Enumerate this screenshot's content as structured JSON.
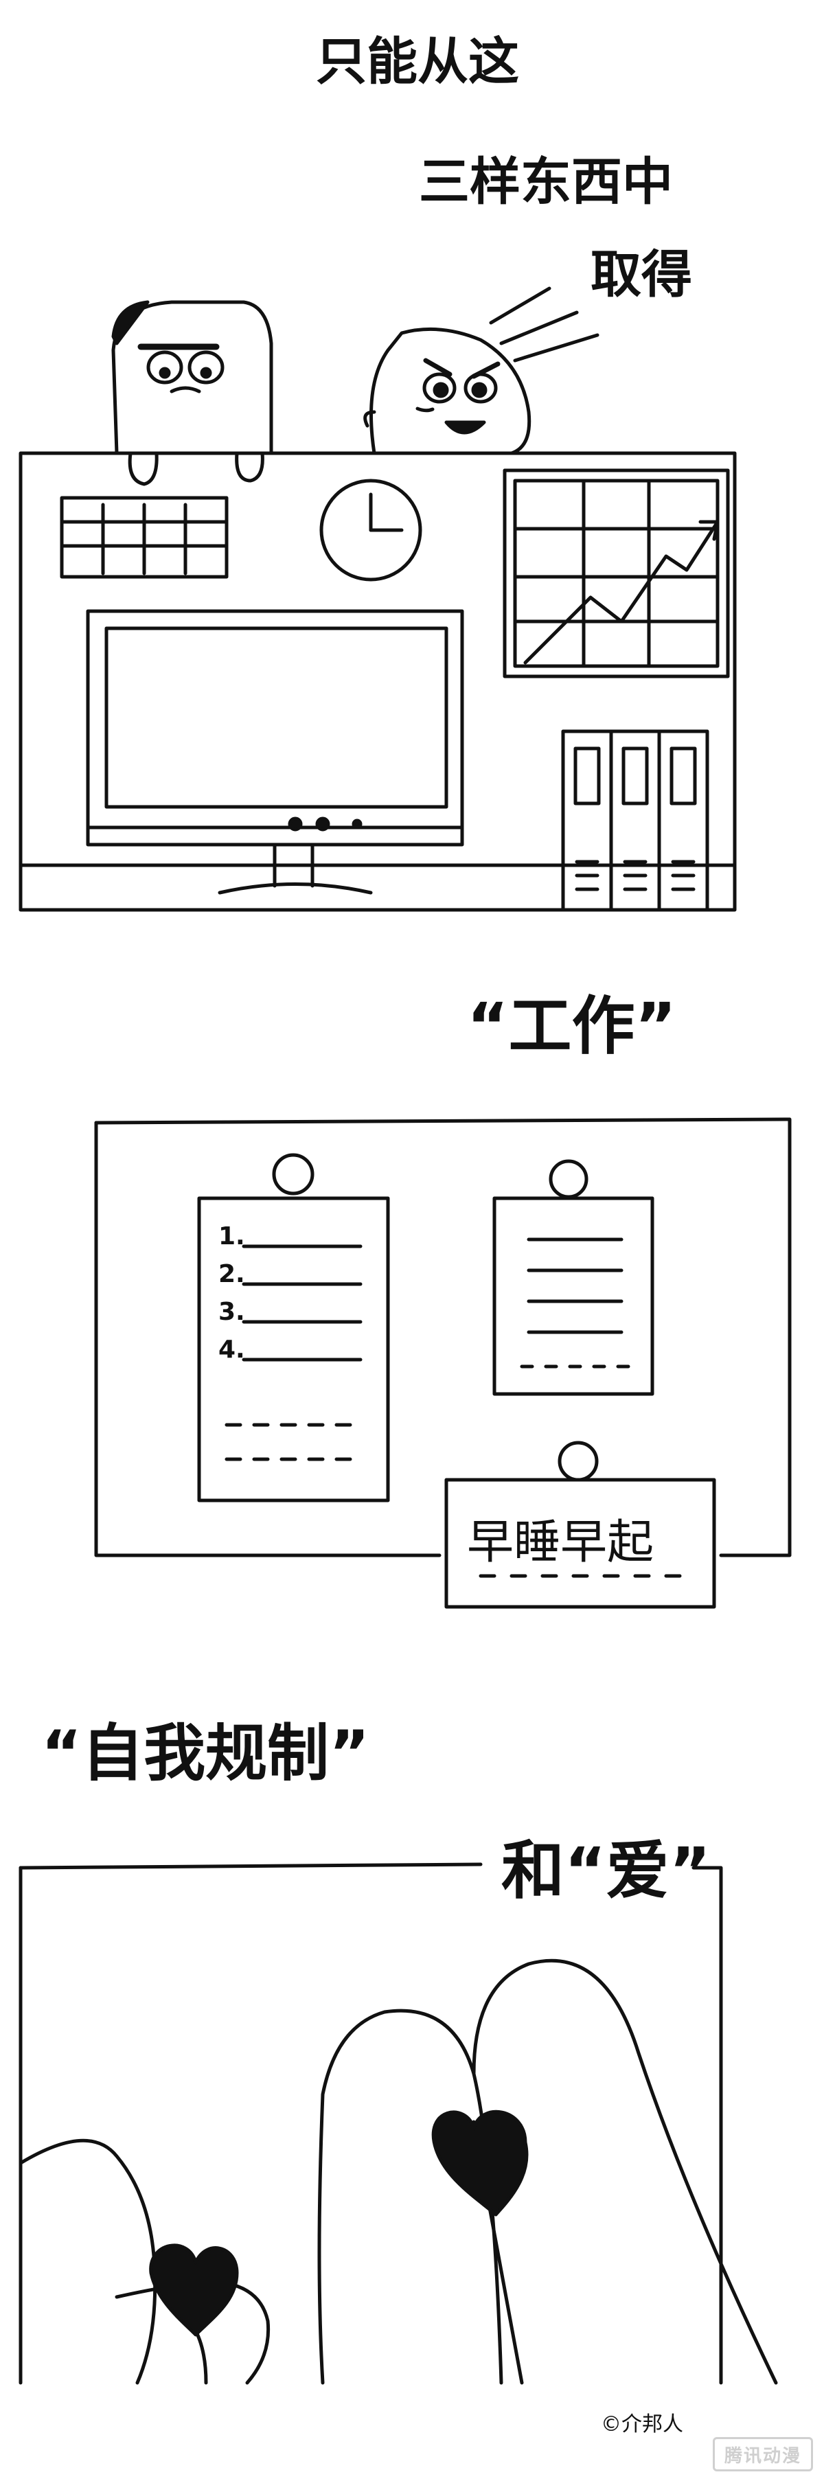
{
  "panel1": {
    "caption_line1": "只能从这",
    "caption_line2": "三样东西中",
    "caption_line3": "取得"
  },
  "panel2": {
    "title": "“工作”",
    "list_items": [
      "1.",
      "2.",
      "3.",
      "4."
    ],
    "sticky_note": "早睡早起"
  },
  "panel3": {
    "title": "“自我规制”",
    "subtitle": "和“爱”",
    "credit": "©介邦人"
  },
  "watermark": "腾讯动漫"
}
